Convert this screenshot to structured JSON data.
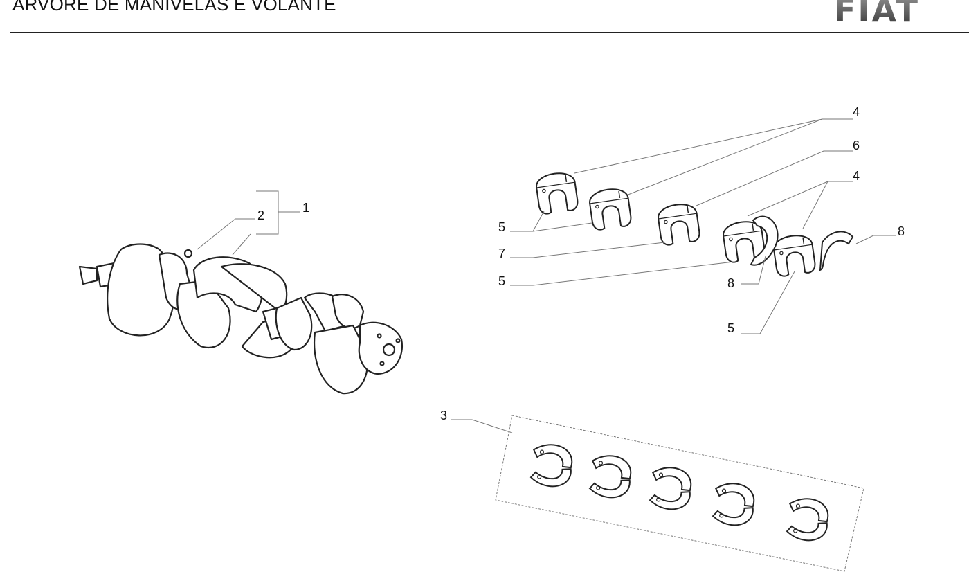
{
  "header": {
    "title": "ÁRVORE DE MANIVELAS E VOLANTE",
    "brand_logo": "FIAT"
  },
  "callouts": [
    {
      "id": "c1",
      "label": "1"
    },
    {
      "id": "c2",
      "label": "2"
    },
    {
      "id": "c3",
      "label": "3"
    },
    {
      "id": "c4a",
      "label": "4"
    },
    {
      "id": "c6",
      "label": "6"
    },
    {
      "id": "c4b",
      "label": "4"
    },
    {
      "id": "c8a",
      "label": "8"
    },
    {
      "id": "c5a",
      "label": "5"
    },
    {
      "id": "c7",
      "label": "7"
    },
    {
      "id": "c5b",
      "label": "5"
    },
    {
      "id": "c8b",
      "label": "8"
    },
    {
      "id": "c5c",
      "label": "5"
    }
  ],
  "colors": {
    "line": "#222222",
    "leader": "#777777",
    "rule": "#222222"
  }
}
